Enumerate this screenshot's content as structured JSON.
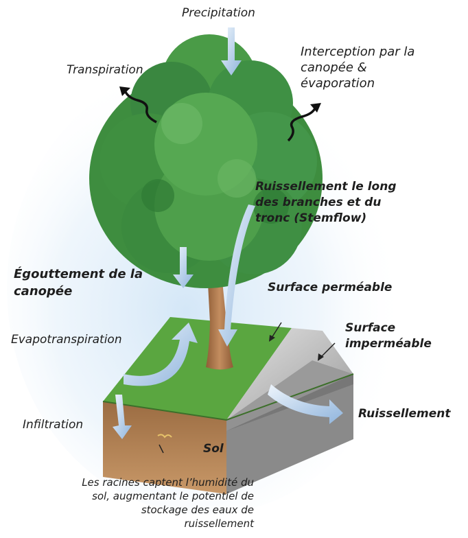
{
  "diagram": {
    "labels": {
      "precipitation": "Precipitation",
      "transpiration": "Transpiration",
      "interception": "Interception par la\ncanopée &\névaporation",
      "stemflow": "Ruissellement le long\ndes branches et du\ntronc (Stemflow)",
      "egouttement": "Égouttement de la\ncanopée",
      "surface_permeable": "Surface perméable",
      "surface_impermeable": "Surface\nimperméable",
      "evapotranspiration": "Evapotranspiration",
      "ruissellement": "Ruissellement",
      "infiltration": "Infiltration",
      "sol": "Sol",
      "racines": "Les racines captent l’humidité du\nsol, augmentant le potentiel de\nstockage des eaux de\nruissellement"
    },
    "colors": {
      "grass": "#5aa640",
      "soil": "#b8865a",
      "pavement": "#b9b9b9",
      "trunk": "#b07a4f",
      "foliage": "#3e8d3f",
      "arrow": "#a9c6e6"
    }
  }
}
